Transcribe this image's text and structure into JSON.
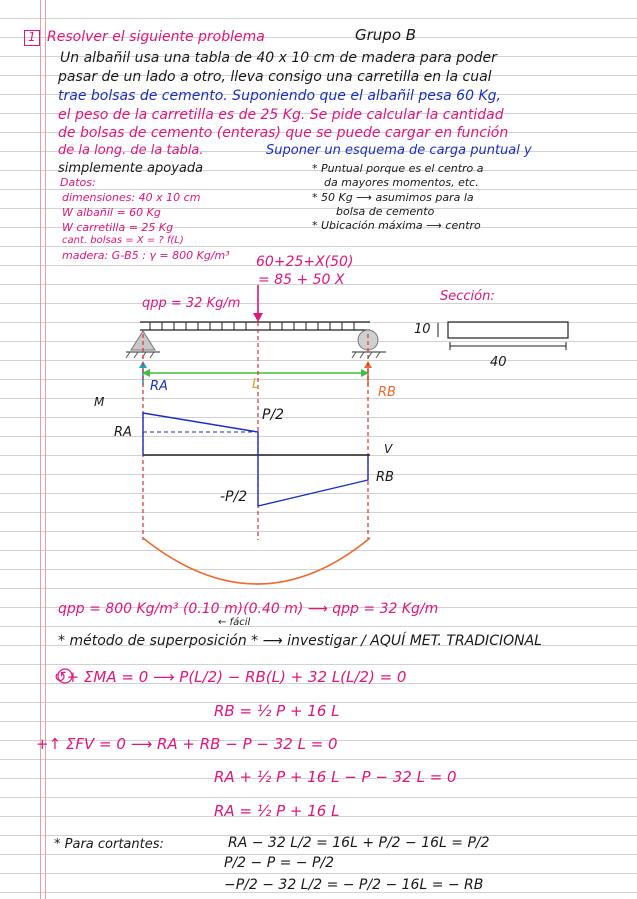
{
  "header": {
    "problem_number": "1",
    "instruction": "Resolver el siguiente problema",
    "group": "Grupo B"
  },
  "statement": {
    "l1": "Un albañil usa una tabla de 40 x 10 cm de madera para poder",
    "l2": "pasar de un lado a otro, lleva consigo una carretilla en la cual",
    "l3": "trae bolsas de cemento. Suponiendo que el albañil pesa 60 Kg,",
    "l4": "el peso de la carretilla es de 25 Kg. Se pide calcular la cantidad",
    "l5": "de bolsas de cemento (enteras) que se puede cargar en función",
    "l6a": "de la long. de la tabla.",
    "l6b": "Suponer un esquema de carga puntual y",
    "l7": "simplemente apoyada"
  },
  "data_block": {
    "title": "Datos:",
    "dimensions": "dimensiones: 40 x 10 cm",
    "w_albanil": "W albañil = 60 Kg",
    "w_carretilla": "W carretilla = 25 Kg",
    "cant_bolsas": "cant. bolsas = X = ? f(L)",
    "madera": "madera: G-B5 : γ = 800 Kg/m³"
  },
  "notes": {
    "n1a": "* Puntual porque es el centro a",
    "n1b": "da mayores momentos, etc.",
    "n2a": "* 50 Kg ⟶ asumimos para la",
    "n2b": "bolsa de cemento",
    "n3": "* Ubicación máxima ⟶ centro"
  },
  "diagram": {
    "load_a": "60+25+X(50)",
    "load_b": "= 85 + 50 X",
    "qpp": "qpp = 32 Kg/m",
    "section": "Sección:",
    "section_h": "10",
    "section_w": "40",
    "ra": "RA",
    "rb": "RB",
    "length": "L",
    "m_label": "M",
    "v_label": "V",
    "ra_shear": "RA",
    "rb_shear": "RB",
    "p_half_pos": "P/2",
    "p_half_neg": "-P/2"
  },
  "equations": {
    "e1": "qpp = 800 Kg/m³ (0.10 m)(0.40 m)  ⟶  qpp = 32 Kg/m",
    "e1_note": "← fácil",
    "e2": "* método de superposición *  ⟶  investigar / AQUÍ MET. TRADICIONAL",
    "e3": "↺+ ΣMA = 0   ⟶   P(L/2) − RB(L) + 32 L(L/2) = 0",
    "e4": "RB = ½ P + 16 L",
    "e5": "+↑ ΣFV = 0   ⟶   RA + RB − P − 32 L = 0",
    "e6": "RA + ½ P + 16 L − P − 32 L = 0",
    "e7": "RA = ½ P + 16 L",
    "cortantes_label": "* Para cortantes:",
    "c1": "RA − 32 L/2 = 16L + P/2 − 16L = P/2",
    "c2": "P/2 − P = − P/2",
    "c3": "−P/2 − 32 L/2 = − P/2 − 16L = − RB"
  },
  "colors": {
    "blue": "#1b2fbf",
    "pink": "#e0157d",
    "green": "#3fbf3f",
    "orange": "#f06a2e",
    "red_dashed": "#e0302f"
  }
}
